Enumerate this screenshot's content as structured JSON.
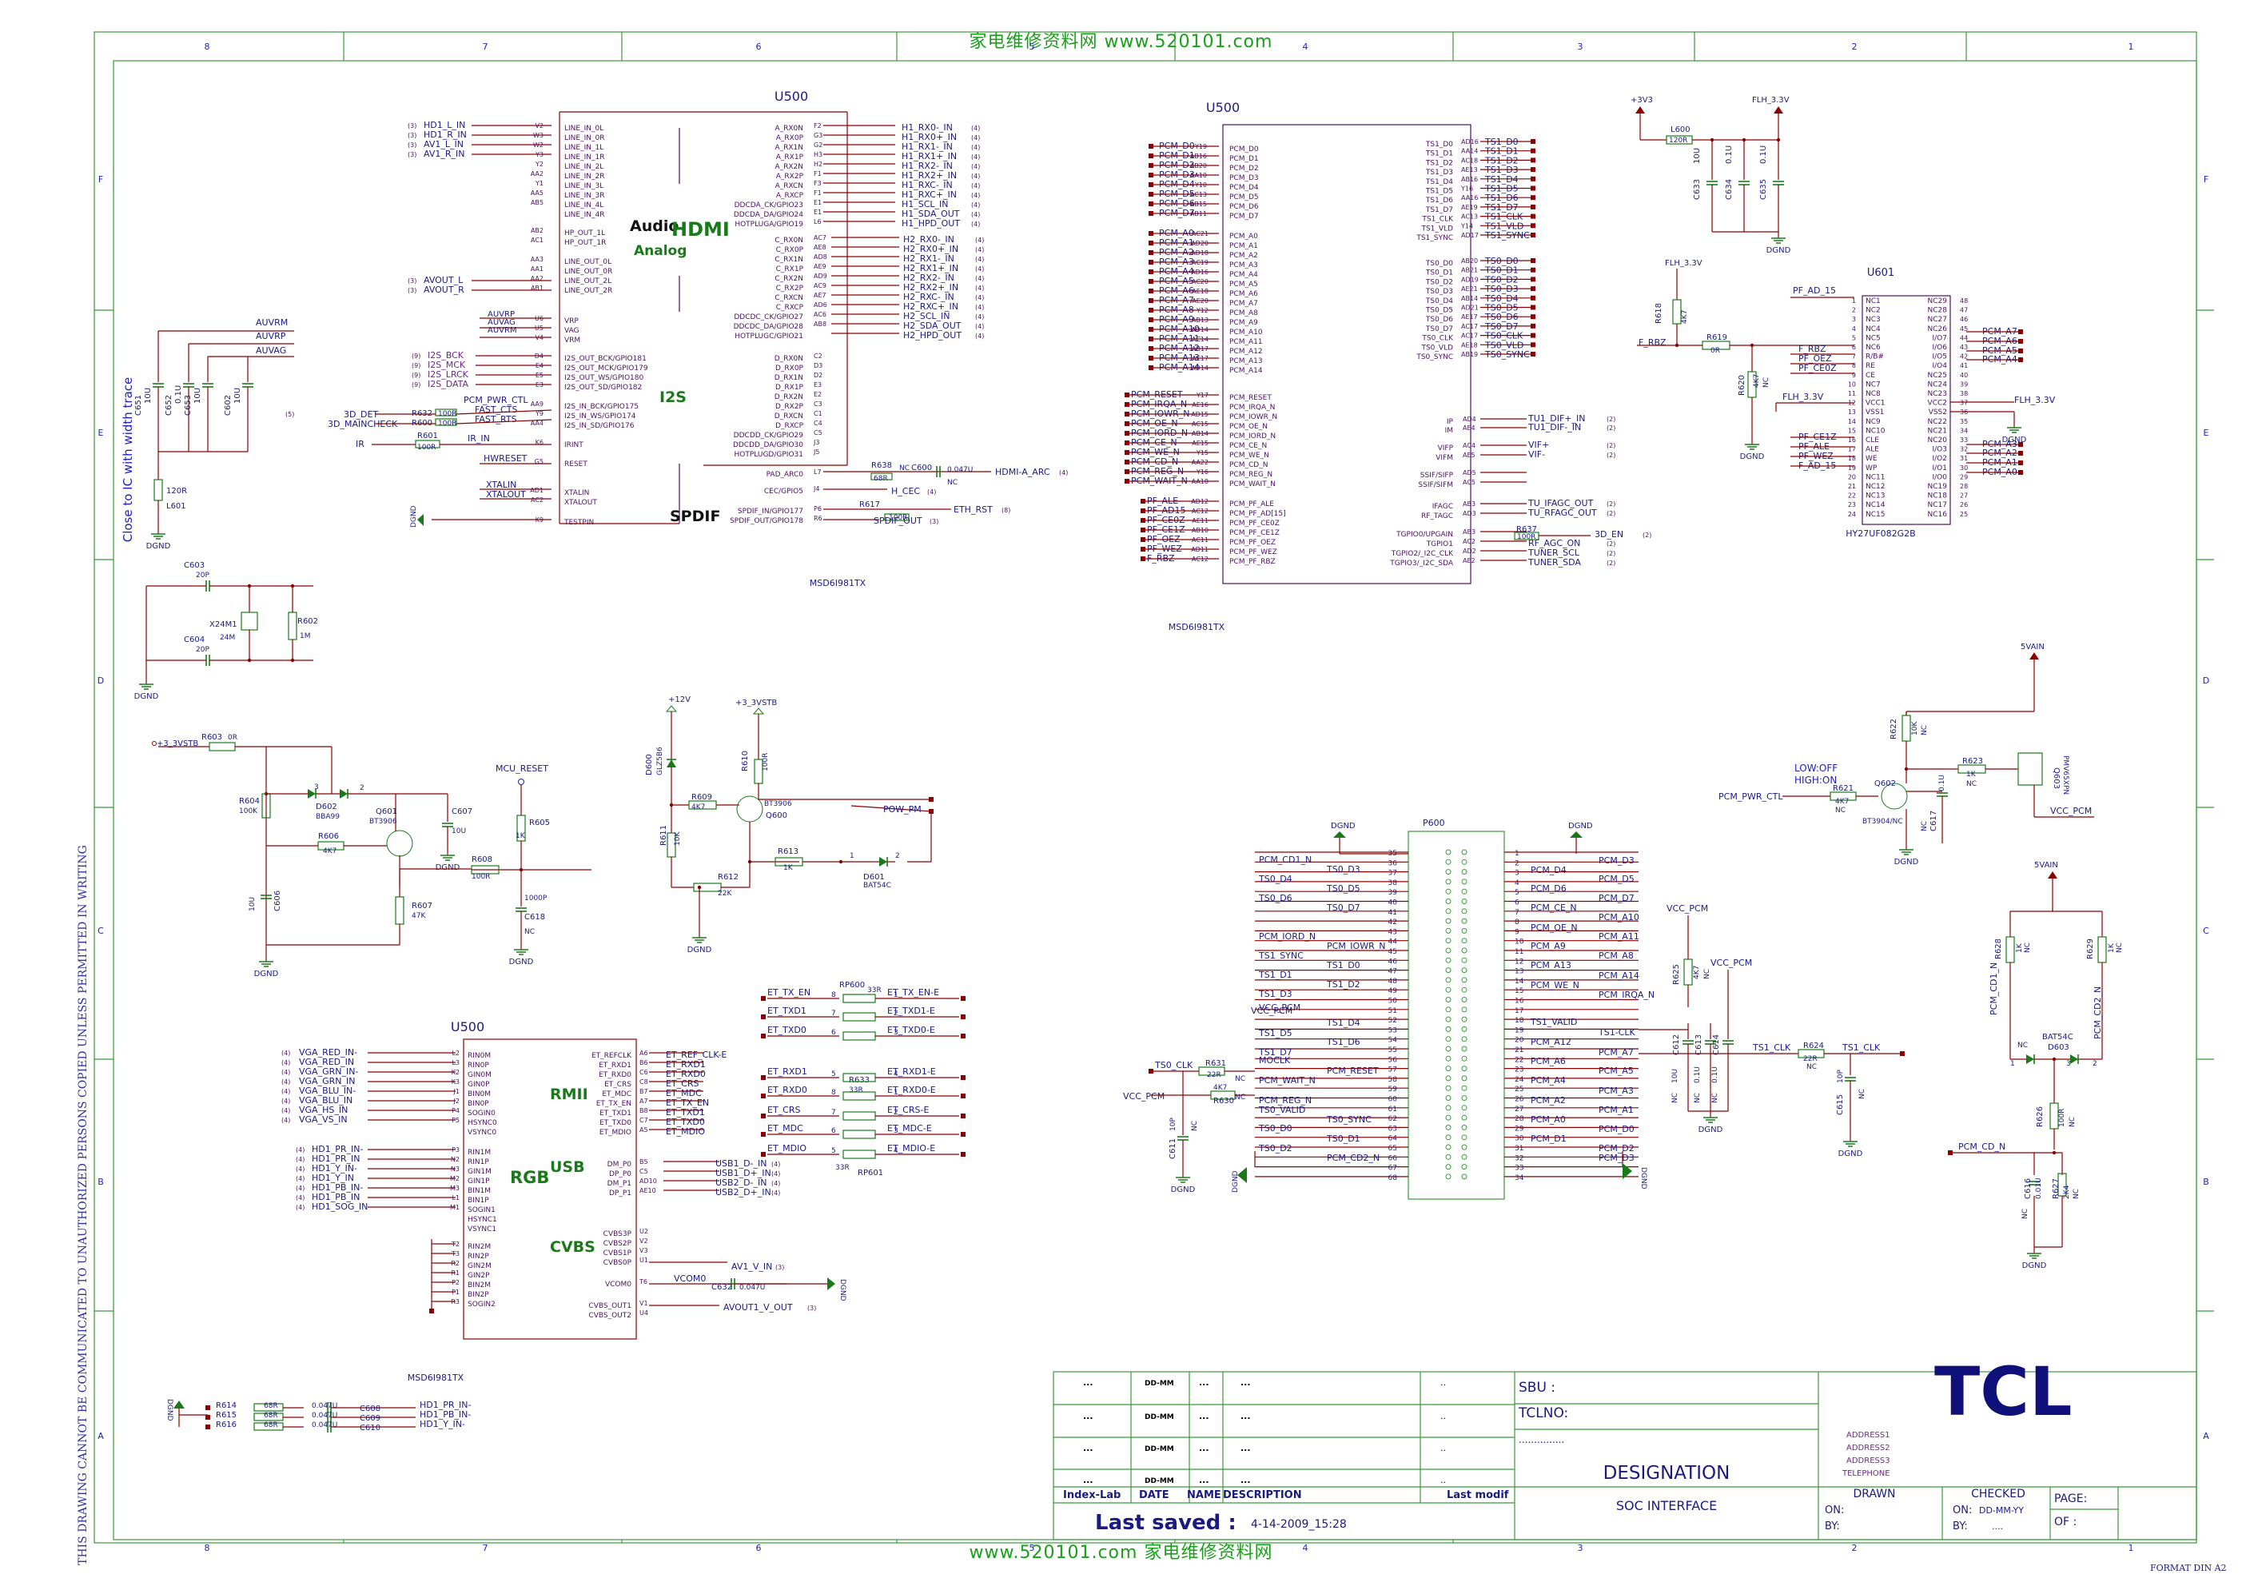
{
  "watermark_top": "家电维修资料网 www.520101.com",
  "watermark_bottom": "www.520101.com 家电维修资料网",
  "left_notice": "THIS DRAWING CANNOT BE COMMUNICATED TO UNAUTHORIZED PERSONS COPIED UNLESS PERMITTED IN WRITING",
  "format": "FORMAT DIN A2",
  "close_note": "Close to IC with width trace",
  "ruler_cols": [
    "8",
    "7",
    "6",
    "5",
    "4",
    "3",
    "2",
    "1"
  ],
  "ruler_rows": [
    "F",
    "E",
    "D",
    "C",
    "B",
    "A"
  ],
  "colors": {
    "wire": "#8b0000",
    "text": "#1a1a80",
    "pin": "#4b1060",
    "green": "#1a7a1a",
    "blue": "#2020c0",
    "frame": "#3a9a3a"
  },
  "u500_left": {
    "ref": "U500",
    "part": "MSD6I981TX",
    "in_nets": [
      "HD1_L_IN",
      "HD1_R_IN",
      "AV1_L_IN",
      "AV1_R_IN"
    ],
    "line_in": [
      "LINE_IN_0L",
      "LINE_IN_0R",
      "LINE_IN_1L",
      "LINE_IN_1R",
      "LINE_IN_2L",
      "LINE_IN_2R",
      "LINE_IN_3L",
      "LINE_IN_3R",
      "LINE_IN_4L",
      "LINE_IN_4R"
    ],
    "line_in_pins": [
      "V2",
      "W3",
      "W2",
      "Y3",
      "Y2",
      "AA2",
      "Y1",
      "AA5",
      "AB5"
    ],
    "hp_out": [
      "HP_OUT_1L",
      "HP_OUT_1R"
    ],
    "line_out": [
      "LINE_OUT_0L",
      "LINE_OUT_0R",
      "LINE_OUT_2L",
      "LINE_OUT_2R"
    ],
    "avout": [
      "AVOUT_L",
      "AVOUT_R"
    ],
    "vref": [
      "VRP",
      "VAG",
      "VRM"
    ],
    "auv": [
      "AUVRP",
      "AUVAG",
      "AUVRM"
    ],
    "i2s_nets": [
      "I2S_BCK",
      "I2S_MCK",
      "I2S_LRCK",
      "I2S_DATA"
    ],
    "i2s_pins": [
      "I2S_OUT_BCK/GPIO181",
      "I2S_OUT_MCK/GPIO179",
      "I2S_OUT_WS/GPIO180",
      "I2S_OUT_SD/GPIO182"
    ],
    "pcm_pwr": "PCM_PWR_CTL",
    "fast_cts": "FAST_CTS",
    "fast_rts": "FAST_RTS",
    "i2s_in": [
      "I2S_IN_BCK/GPIO175",
      "I2S_IN_WS/GPIO174",
      "I2S_IN_SD/GPIO176"
    ],
    "det": "3D_DET",
    "mainc": "3D_MAINCHECK",
    "ir": "IR",
    "ir_in": "IR_IN",
    "irint": "IRINT",
    "hwreset": "HWRESET",
    "reset": "RESET",
    "xtalin": "XTALIN",
    "xtalout": "XTALOUT",
    "testpin": "TESTPIN",
    "hdmi_a": [
      "A_RX0N",
      "A_RX0P",
      "A_RX1N",
      "A_RX1P",
      "A_RX2N",
      "A_RX2P",
      "A_RXCN",
      "A_RXCP",
      "DDCDA_CK/GPIO23",
      "DDCDA_DA/GPIO24",
      "HOTPLUGA/GPIO19"
    ],
    "h1": [
      "H1_RX0-_IN",
      "H1_RX0+_IN",
      "H1_RX1-_IN",
      "H1_RX1+_IN",
      "H1_RX2-_IN",
      "H1_RX2+_IN",
      "H1_RXC-_IN",
      "H1_RXC+_IN",
      "H1_SCL_IN",
      "H1_SDA_OUT",
      "H1_HPD_OUT"
    ],
    "hdmi_c": [
      "C_RX0N",
      "C_RX0P",
      "C_RX1N",
      "C_RX1P",
      "C_RX2N",
      "C_RX2P",
      "C_RXCN",
      "C_RXCP",
      "DDCDC_CK/GPIO27",
      "DDCDC_DA/GPIO28",
      "HOTPLUGC/GPIO21"
    ],
    "h2": [
      "H2_RX0-_IN",
      "H2_RX0+_IN",
      "H2_RX1-_IN",
      "H2_RX1+_IN",
      "H2_RX2-_IN",
      "H2_RX2+_IN",
      "H2_RXC-_IN",
      "H2_RXC+_IN",
      "H2_SCL_IN",
      "H2_SDA_OUT",
      "H2_HPD_OUT"
    ],
    "hdmi_d": [
      "D_RX0N",
      "D_RX0P",
      "D_RX1N",
      "D_RX1P",
      "D_RX2N",
      "D_RX2P",
      "D_RXCN",
      "D_RXCP",
      "DDCDD_CK/GPIO29",
      "DDCDD_DA/GPIO30",
      "HOTPLUGD/GPIO31"
    ],
    "pad_arc": "PAD_ARC0",
    "cec": "CEC/GPIO5",
    "spdif_in": "SPDIF_IN/GPIO177",
    "spdif_out": "SPDIF_OUT/GPIO178",
    "hdmi_arc": "HDMI-A_ARC",
    "h_cec": "H_CEC",
    "eth_rst": "ETH_RST",
    "spdif_net": "SPDIF_OUT",
    "blocks": [
      "Audio",
      "HDMI",
      "Analog",
      "I2S",
      "SPDIF"
    ]
  },
  "u500_mid": {
    "ref": "U500",
    "part": "MSD6I981TX",
    "pcm_d": [
      "PCM_D0",
      "PCM_D1",
      "PCM_D2",
      "PCM_D3",
      "PCM_D4",
      "PCM_D5",
      "PCM_D6",
      "PCM_D7"
    ],
    "pcm_a": [
      "PCM_A0",
      "PCM_A1",
      "PCM_A2",
      "PCM_A3",
      "PCM_A4",
      "PCM_A5",
      "PCM_A6",
      "PCM_A7",
      "PCM_A8",
      "PCM_A9",
      "PCM_A10",
      "PCM_A11",
      "PCM_A12",
      "PCM_A13",
      "PCM_A14"
    ],
    "pcm_ctl": [
      "PCM_RESET",
      "PCM_IRQA_N",
      "PCM_IOWR_N",
      "PCM_OE_N",
      "PCM_IORD_N",
      "PCM_CE_N",
      "PCM_WE_N",
      "PCM_CD_N",
      "PCM_REG_N",
      "PCM_WAIT_N"
    ],
    "pf": [
      "PF_ALE",
      "PF_AD15",
      "PF_CE0Z",
      "PF_CE1Z",
      "PF_OEZ",
      "PF_WEZ",
      "F_RBZ"
    ],
    "pf_pins": [
      "PCM_PF_ALE",
      "PCM_PF_AD[15]",
      "PCM_PF_CE0Z",
      "PCM_PF_CE1Z",
      "PCM_PF_OEZ",
      "PCM_PF_WEZ",
      "PCM_PF_RBZ"
    ],
    "ts1": [
      "TS1_D0",
      "TS1_D1",
      "TS1_D2",
      "TS1_D3",
      "TS1_D4",
      "TS1_D5",
      "TS1_D6",
      "TS1_D7",
      "TS1_CLK",
      "TS1_VLD",
      "TS1_SYNC"
    ],
    "ts0": [
      "TS0_D0",
      "TS0_D1",
      "TS0_D2",
      "TS0_D3",
      "TS0_D4",
      "TS0_D5",
      "TS0_D6",
      "TS0_D7",
      "TS0_CLK",
      "TS0_VLD",
      "TS0_SYNC"
    ],
    "if": [
      "IP",
      "IM",
      "VIFP",
      "VIFM",
      "SSIF/SIFP",
      "SSIF/SIFM",
      "IFAGC",
      "RF_TAGC",
      "TGPIO0/UPGAIN",
      "TGPIO1",
      "TGPIO2/_I2C_CLK",
      "TGPIO3/_I2C_SDA"
    ],
    "if_nets": [
      "TU1_DIF+_IN",
      "TU1_DIF-_IN",
      "VIF+",
      "VIF-",
      "TU_IFAGC_OUT",
      "TU_RFAGC_OUT",
      "3D_EN",
      "RF_AGC_ON",
      "TUNER_SCL",
      "TUNER_SDA"
    ]
  },
  "u500_bot": {
    "ref": "U500",
    "part": "MSD6I981TX",
    "vga": [
      "VGA_RED_IN-",
      "VGA_RED_IN",
      "VGA_GRN_IN-",
      "VGA_GRN_IN",
      "VGA_BLU_IN-",
      "VGA_BLU_IN",
      "VGA_HS_IN",
      "VGA_VS_IN"
    ],
    "hd1": [
      "HD1_PR_IN-",
      "HD1_PR_IN",
      "HD1_Y_IN-",
      "HD1_Y_IN",
      "HD1_PB_IN-",
      "HD1_PB_IN",
      "HD1_SOG_IN"
    ],
    "rgb0": [
      "RIN0M",
      "RIN0P",
      "GIN0M",
      "GIN0P",
      "BIN0M",
      "BIN0P",
      "SOGIN0",
      "HSYNC0",
      "VSYNC0"
    ],
    "rgb1": [
      "RIN1M",
      "RIN1P",
      "GIN1M",
      "GIN1P",
      "BIN1M",
      "BIN1P",
      "SOGIN1",
      "HSYNC1",
      "VSYNC1"
    ],
    "rgb2": [
      "RIN2M",
      "RIN2P",
      "GIN2M",
      "GIN2P",
      "BIN2M",
      "BIN2P",
      "SOGIN2"
    ],
    "rmii": [
      "ET_REFCLK",
      "ET_RXD1",
      "ET_RXD0",
      "ET_CRS",
      "ET_MDC",
      "ET_TX_EN",
      "ET_TXD1",
      "ET_TXD0",
      "ET_MDIO"
    ],
    "et": [
      "ET_REF_CLK-E",
      "ET_RXD1",
      "ET_RXD0",
      "ET_CRS",
      "ET_MDC",
      "ET_TX_EN",
      "ET_TXD1",
      "ET_TXD0",
      "ET_MDIO"
    ],
    "usb": [
      "DM_P0",
      "DP_P0",
      "DM_P1",
      "DP_P1"
    ],
    "usb_nets": [
      "USB1_D-_IN",
      "USB1_D+_IN",
      "USB2_D-_IN",
      "USB2_D+_IN"
    ],
    "cvbs": [
      "CVBS3P",
      "CVBS2P",
      "CVBS1P",
      "CVBS0P",
      "VCOM0",
      "CVBS_OUT1",
      "CVBS_OUT2"
    ],
    "av": [
      "AV1_V_IN",
      "VCOM0",
      "AVOUT1_V_OUT"
    ],
    "blocks": [
      "RMII",
      "RGB",
      "USB",
      "CVBS"
    ]
  },
  "rp": {
    "rp600": "RP600",
    "rp601": "RP601",
    "r633": "R633",
    "val": "33R",
    "left": [
      "ET_TX_EN",
      "ET_TXD1",
      "ET_TXD0",
      "ET_RXD1",
      "ET_RXD0",
      "ET_CRS",
      "ET_MDC",
      "ET_MDIO"
    ],
    "right": [
      "ET_TX_EN-E",
      "ET_TXD1-E",
      "ET_TXD0-E",
      "ET_RXD1-E",
      "ET_RXD0-E",
      "ET_CRS-E",
      "ET_MDC-E",
      "ET_MDIO-E"
    ]
  },
  "p600": {
    "ref": "P600",
    "left": [
      "PCM_CD1_N",
      "TS0_D4",
      "TS0_D6",
      "",
      "",
      "PCM_IORD_N",
      "TS1_SYNC",
      "TS1_D1",
      "TS1_D3",
      "VCC_PCM",
      "TS1_D5",
      "TS1_D7",
      "MOCLK",
      "PCM_WAIT_N",
      "PCM_REG_N",
      "TS0_VALID",
      "TS0_D0",
      "TS0_D2"
    ],
    "left2": [
      "TS0_D3",
      "TS0_D5",
      "TS0_D7",
      "",
      "",
      "PCM_IOWR_N",
      "TS1_D0",
      "TS1_D2",
      "",
      "",
      "TS1_D4",
      "TS1_D6",
      "",
      "PCM_RESET",
      "",
      "TS0_SYNC",
      "TS0_D1",
      "PCM_CD2_N"
    ],
    "right": [
      "PCM_D4",
      "PCM_D6",
      "",
      "PCM_CE_N",
      "PCM_OE_N",
      "PCM_A9",
      "PCM_A13",
      "PCM_WE_N",
      "",
      "TS1_VALID",
      "PCM_A12",
      "PCM_A6",
      "PCM_A4",
      "PCM_A2",
      "PCM_A0",
      "PCM_D1"
    ],
    "right2": [
      "PCM_D3",
      "PCM_D5",
      "PCM_D7",
      "PCM_A10",
      "",
      "PCM_A11",
      "PCM_A8",
      "PCM_A14",
      "PCM_IRQA_N",
      "TS1-CLK",
      "PCM_A7",
      "PCM_A5",
      "PCM_A3",
      "PCM_A1",
      "PCM_D0",
      "PCM_D2",
      "PCM_D3"
    ],
    "lpins": [
      "35",
      "36",
      "37",
      "38",
      "39",
      "40",
      "41",
      "42",
      "43",
      "44",
      "45",
      "46",
      "47",
      "48",
      "49",
      "50",
      "51",
      "52",
      "53",
      "54",
      "55",
      "56",
      "57",
      "58",
      "59",
      "60",
      "61",
      "62",
      "63",
      "64",
      "65",
      "66",
      "67",
      "68"
    ],
    "rpins": [
      "1",
      "2",
      "3",
      "4",
      "5",
      "6",
      "7",
      "8",
      "9",
      "10",
      "11",
      "12",
      "13",
      "14",
      "15",
      "16",
      "17",
      "18",
      "19",
      "20",
      "21",
      "22",
      "23",
      "24",
      "25",
      "26",
      "27",
      "28",
      "29",
      "30",
      "31",
      "32",
      "33",
      "34"
    ]
  },
  "u601": {
    "ref": "U601",
    "part": "HY27UF082G2B",
    "left": [
      "NC1",
      "NC2",
      "NC3",
      "NC4",
      "NC5",
      "NC6",
      "R/B#",
      "RE",
      "CE",
      "NC7",
      "NC8",
      "VCC1",
      "VSS1",
      "NC9",
      "NC10",
      "CLE",
      "ALE",
      "WE",
      "WP",
      "NC11",
      "NC12",
      "NC13",
      "NC14",
      "NC15"
    ],
    "lnum": [
      "1",
      "2",
      "3",
      "4",
      "5",
      "6",
      "7",
      "8",
      "9",
      "10",
      "11",
      "12",
      "13",
      "14",
      "15",
      "16",
      "17",
      "18",
      "19",
      "20",
      "21",
      "22",
      "23",
      "24"
    ],
    "right": [
      "NC29",
      "NC28",
      "NC27",
      "NC26",
      "I/O7",
      "I/O6",
      "I/O5",
      "I/O4",
      "NC25",
      "NC24",
      "NC23",
      "VCC2",
      "VSS2",
      "NC22",
      "NC21",
      "NC20",
      "I/O3",
      "I/O2",
      "I/O1",
      "I/O0",
      "NC19",
      "NC18",
      "NC17",
      "NC16"
    ],
    "rnum": [
      "48",
      "47",
      "46",
      "45",
      "44",
      "43",
      "42",
      "41",
      "40",
      "39",
      "38",
      "37",
      "36",
      "35",
      "34",
      "33",
      "32",
      "31",
      "30",
      "29",
      "28",
      "27",
      "26",
      "25"
    ],
    "pcm_r": [
      "PCM_A7",
      "PCM_A6",
      "PCM_A5",
      "PCM_A4",
      "PCM_A3",
      "PCM_A2",
      "PCM_A1",
      "PCM_A0"
    ],
    "nets": [
      "PF_AD_15",
      "F_RBZ",
      "PF_OEZ",
      "PF_CE0Z",
      "FLH_3.3V",
      "PF_CE1Z",
      "PF_ALE",
      "PF_WEZ",
      "F_AD_15"
    ]
  },
  "misc": {
    "p3v3": "+3V3",
    "flh": "FLH_3.3V",
    "gnd": "DGND",
    "l600": "L600",
    "l600v": "120R",
    "caps": [
      "C633",
      "C634",
      "C635"
    ],
    "capv": [
      "10U",
      "0.1U",
      "0.1U"
    ],
    "r618": "R618",
    "r619": "R619",
    "r620": "R620",
    "r618v": "4K7",
    "r619v": "0R",
    "r620v": "4K7",
    "auvrm": "AUVRM",
    "auvrp": "AUVRP",
    "auvag": "AUVAG",
    "c651": "C651",
    "c652": "C652",
    "c653": "C653",
    "c602": "C602",
    "l601": "L601",
    "l601v": "120R",
    "c603": "C603",
    "c604": "C604",
    "c603v": "20P",
    "x24": "X24M1",
    "x24v": "24M",
    "r602": "R602",
    "r602v": "1M",
    "p3vstb": "+3_3VSTB",
    "r603": "R603",
    "r603v": "0R",
    "r604": "R604",
    "r604v": "100K",
    "d602": "D602",
    "d602v": "BBA99",
    "q601": "Q601",
    "q601v": "BT3906",
    "r606": "R606",
    "r606v": "4K7",
    "c607": "C607",
    "c607v": "10U",
    "c606": "C606",
    "c606v": "10U",
    "r607": "R607",
    "r607v": "47K",
    "r608": "R608",
    "r608v": "100R",
    "r605": "R605",
    "r605v": "1K",
    "mcu": "MCU_RESET",
    "c618": "C618",
    "c618v": "1000P",
    "p12v": "+12V",
    "d600": "D600",
    "d600v": "GLZ5B6",
    "r609": "R609",
    "r609v": "4K7",
    "r610": "R610",
    "r610v": "100R",
    "q600": "Q600",
    "q600v": "BT3906",
    "r611": "R611",
    "r611v": "10K",
    "r612": "R612",
    "r612v": "22K",
    "r613": "R613",
    "r613v": "1K",
    "d601": "D601",
    "d601v": "BAT54C",
    "pow_pm": "POW_PM",
    "vain": "5VAIN",
    "r622": "R622",
    "r622v": "10K",
    "r623": "R623",
    "r623v": "1K",
    "q603": "Q603",
    "q603v": "PMV65XPN",
    "lowoff": "LOW:OFF",
    "highon": "HIGH:ON",
    "r621": "R621",
    "r621v": "4K7",
    "q602": "Q602",
    "q602v": "BT3904/NC",
    "c617": "C617",
    "c617v": "0.1U",
    "vcc_pcm": "VCC_PCM",
    "r628": "R628",
    "r629": "R629",
    "r628v": "1K",
    "pcm_cd1": "PCM_CD1_N",
    "pcm_cd2": "PCM_CD2_N",
    "d603": "D603",
    "d603v": "BAT54C",
    "r626": "R626",
    "r626v": "100R",
    "r627": "R627",
    "r627v": "2K4",
    "c616": "C616",
    "c616v": "0.01U",
    "pcm_cd": "PCM_CD_N",
    "r625": "R625",
    "r625v": "4K7",
    "r624": "R624",
    "r624v": "22R",
    "ts1clk": "TS1_CLK",
    "c615": "C615",
    "c615v": "10P",
    "c612": "C612",
    "c613": "C613",
    "c614": "C614",
    "c612v": "10U",
    "c613v": "0.1U",
    "c614v": "0.1U",
    "ts0clk": "TS0_CLK",
    "r631": "R631",
    "r631v": "22R",
    "r630": "R630",
    "r630v": "4K7",
    "c611": "C611",
    "c611v": "10P",
    "r614": "R614",
    "r615": "R615",
    "r616": "R616",
    "r61xv": "68R",
    "c608": "C608",
    "c609": "C609",
    "c610": "C610",
    "c60xv": "0.047U",
    "hdpr": "HD1_PR_IN-",
    "hdpb": "HD1_PB_IN-",
    "hdy": "HD1_Y_IN-",
    "r638": "R638",
    "r638v": "68R",
    "c600": "C600",
    "c600v": "0.047U",
    "r617": "R617",
    "r617v": "100R",
    "r637": "R637",
    "r637v": "100R",
    "c632": "C632",
    "c632v": "0.047U",
    "r601": "R601",
    "r601v": "100R",
    "r632": "R632",
    "r600": "R600",
    "r632v": "100R",
    "nc": "NC"
  },
  "titleblock": {
    "rows": [
      "...",
      "...",
      "...",
      "..."
    ],
    "ddmm": "DD-MM",
    "dots": "...",
    "dash": "..",
    "index_lab": "Index-Lab",
    "date": "DATE",
    "name": "NAME",
    "description": "DESCRIPTION",
    "last_modif": "Last modif",
    "last_saved_label": "Last saved :",
    "last_saved": "4-14-2009_15:28",
    "sbu": "SBU :",
    "tclno": "TCLNO:",
    "tcl_dots": "...............",
    "designation": "DESIGNATION",
    "soc": "SOC INTERFACE",
    "logo": "TCL",
    "address1": "ADDRESS1",
    "address2": "ADDRESS2",
    "address3": "ADDRESS3",
    "telephone": "TELEPHONE",
    "drawn": "DRAWN",
    "checked": "CHECKED",
    "on": "ON:",
    "by": "BY:",
    "on2": "ON:",
    "by2": "BY:",
    "ddmmyy": "DD-MM-YY",
    "dots2": "....",
    "page": "PAGE:",
    "of": "OF :"
  }
}
